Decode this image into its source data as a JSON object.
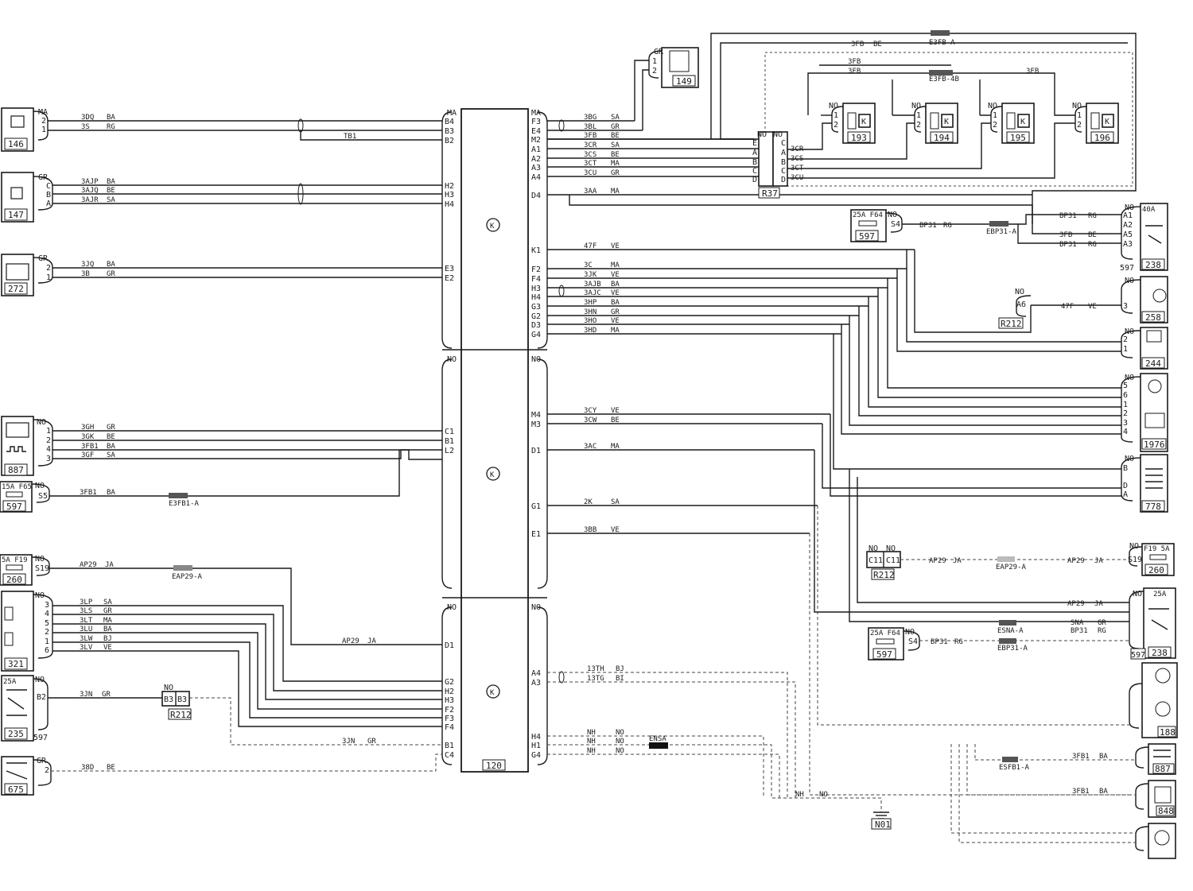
{
  "ecu": {
    "id": "120",
    "sections": [
      {
        "left_color": "MA",
        "right_color": "MA",
        "left_pins": [
          "B4",
          "B3",
          "B2",
          "H2",
          "H3",
          "H4",
          "E3",
          "E2"
        ],
        "right_pins": [
          "F3",
          "E4",
          "M2",
          "A1",
          "A2",
          "A3",
          "A4",
          "D4",
          "K1",
          "F2",
          "F4",
          "H3",
          "H4",
          "G3",
          "G2",
          "D3",
          "G4"
        ]
      },
      {
        "left_color": "NO",
        "right_color": "NO",
        "left_pins": [
          "C1",
          "B1",
          "L2"
        ],
        "right_pins": [
          "M4",
          "M3",
          "D1",
          "G1",
          "E1"
        ]
      },
      {
        "left_color": "NO",
        "right_color": "NO",
        "left_pins": [
          "D1",
          "G2",
          "H2",
          "H3",
          "F2",
          "F3",
          "F4",
          "B1",
          "C4"
        ],
        "right_pins": [
          "A4",
          "A3",
          "H4",
          "H1",
          "G4"
        ]
      }
    ]
  },
  "left_components": [
    {
      "id": "146",
      "connector": "MA",
      "pins": [
        "2",
        "1"
      ],
      "wires": [
        {
          "code": "3DQ",
          "color": "BA"
        },
        {
          "code": "3S",
          "color": "RG"
        }
      ]
    },
    {
      "id": "147",
      "connector": "GR",
      "pins": [
        "C",
        "B",
        "A"
      ],
      "wires": [
        {
          "code": "3AJP",
          "color": "BA"
        },
        {
          "code": "3AJQ",
          "color": "BE"
        },
        {
          "code": "3AJR",
          "color": "SA"
        }
      ]
    },
    {
      "id": "272",
      "connector": "GR",
      "pins": [
        "2",
        "1"
      ],
      "wires": [
        {
          "code": "3JQ",
          "color": "BA"
        },
        {
          "code": "3B",
          "color": "GR"
        }
      ]
    },
    {
      "id": "887",
      "connector": "NO",
      "pins": [
        "1",
        "2",
        "4",
        "3"
      ],
      "wires": [
        {
          "code": "3GH",
          "color": "GR"
        },
        {
          "code": "3GK",
          "color": "BE"
        },
        {
          "code": "3FB1",
          "color": "BA"
        },
        {
          "code": "3GF",
          "color": "SA"
        }
      ]
    },
    {
      "id": "597",
      "fuse": "15A F65",
      "connector": "NO",
      "pin": "S5",
      "wire": {
        "code": "3FB1",
        "color": "BA"
      },
      "splice": "E3FB1-A"
    },
    {
      "id": "260",
      "fuse": "5A F19",
      "connector": "NO",
      "pin": "S19",
      "wire": {
        "code": "AP29",
        "color": "JA"
      },
      "splice": "EAP29-A",
      "ecu_wire": {
        "code": "AP29",
        "color": "JA"
      }
    },
    {
      "id": "321",
      "connector": "NO",
      "pins": [
        "3",
        "4",
        "5",
        "2",
        "1",
        "6"
      ],
      "wires": [
        {
          "code": "3LP",
          "color": "SA"
        },
        {
          "code": "3LS",
          "color": "GR"
        },
        {
          "code": "3LT",
          "color": "MA"
        },
        {
          "code": "3LU",
          "color": "BA"
        },
        {
          "code": "3LW",
          "color": "BJ"
        },
        {
          "code": "3LV",
          "color": "VE"
        }
      ]
    },
    {
      "id": "235",
      "ref": "597",
      "fuse": "25A",
      "connector": "NO",
      "pin": "B2",
      "wire": {
        "code": "3JN",
        "color": "GR"
      },
      "relay": {
        "id": "R212",
        "pins": [
          "B3",
          "B3"
        ],
        "color": "NO"
      },
      "ecu_wire": {
        "code": "3JN",
        "color": "GR"
      }
    },
    {
      "id": "675",
      "connector": "GR",
      "pin": "2",
      "wire": {
        "code": "38D",
        "color": "BE"
      }
    }
  ],
  "harness_splice_left": "TB1",
  "right_wires_section1": [
    {
      "pin": "F3",
      "code": "3BG",
      "color": "SA"
    },
    {
      "pin": "E4",
      "code": "3BL",
      "color": "GR"
    },
    {
      "pin": "M2",
      "code": "3FB",
      "color": "BE"
    },
    {
      "pin": "A1",
      "code": "3CR",
      "color": "SA"
    },
    {
      "pin": "A2",
      "code": "3CS",
      "color": "BE"
    },
    {
      "pin": "A3",
      "code": "3CT",
      "color": "MA"
    },
    {
      "pin": "A4",
      "code": "3CU",
      "color": "GR"
    },
    {
      "pin": "D4",
      "code": "3AA",
      "color": "MA"
    },
    {
      "pin": "K1",
      "code": "47F",
      "color": "VE"
    },
    {
      "pin": "F2",
      "code": "3C",
      "color": "MA"
    },
    {
      "pin": "F4",
      "code": "3JK",
      "color": "VE"
    },
    {
      "pin": "H3",
      "code": "3AJB",
      "color": "BA"
    },
    {
      "pin": "H4",
      "code": "3AJC",
      "color": "VE"
    },
    {
      "pin": "G3",
      "code": "3HP",
      "color": "BA"
    },
    {
      "pin": "G2",
      "code": "3HN",
      "color": "GR"
    },
    {
      "pin": "D3",
      "code": "3HO",
      "color": "VE"
    },
    {
      "pin": "G4",
      "code": "3HD",
      "color": "MA"
    }
  ],
  "right_wires_section2": [
    {
      "pin": "M4",
      "code": "3CY",
      "color": "VE"
    },
    {
      "pin": "M3",
      "code": "3CW",
      "color": "BE"
    },
    {
      "pin": "D1",
      "code": "3AC",
      "color": "MA"
    },
    {
      "pin": "G1",
      "code": "2K",
      "color": "SA"
    },
    {
      "pin": "E1",
      "code": "3BB",
      "color": "VE"
    }
  ],
  "right_wires_section3": [
    {
      "pin": "A4",
      "code": "13TH",
      "color": "BJ"
    },
    {
      "pin": "A3",
      "code": "13TG",
      "color": "BI"
    },
    {
      "pin": "H4",
      "code": "NH",
      "color": "NO"
    },
    {
      "pin": "H1",
      "code": "NH",
      "color": "NO"
    },
    {
      "pin": "G4",
      "code": "NH",
      "color": "NO"
    }
  ],
  "splices": {
    "e3fb_a": "E3FB-A",
    "e3fb_4b": "E3FB-4B",
    "ebp31_a": "EBP31-A",
    "eap29_a": "EAP29-A",
    "esna_a": "ESNA-A",
    "ebp31_a2": "EBP31-A",
    "ensa": "ENSA",
    "esfb1_a": "ESFB1-A"
  },
  "wire_3fb": {
    "code": "3FB",
    "color": "BE"
  },
  "relay_r37": {
    "id": "R37",
    "color": "NO",
    "pins_left": [
      "E",
      "A",
      "B",
      "C",
      "D"
    ],
    "pins_right": [
      "C",
      "A",
      "B",
      "C",
      "D"
    ],
    "wires": [
      "3CR",
      "3CS",
      "3CT",
      "3CU"
    ]
  },
  "injectors": [
    {
      "id": "193",
      "color": "NO",
      "pins": [
        "1",
        "2"
      ]
    },
    {
      "id": "194",
      "color": "NO",
      "pins": [
        "1",
        "2"
      ]
    },
    {
      "id": "195",
      "color": "NO",
      "pins": [
        "1",
        "2"
      ]
    },
    {
      "id": "196",
      "color": "NO",
      "pins": [
        "1",
        "2"
      ]
    }
  ],
  "comp_149": {
    "id": "149",
    "color": "GR",
    "pins": [
      "1",
      "2"
    ]
  },
  "fuse_597_top": {
    "id": "597",
    "fuse": "25A F64",
    "color": "NO",
    "pin": "S4",
    "wire": {
      "code": "BP31",
      "color": "RG"
    }
  },
  "comp_238_top": {
    "id": "238",
    "ref": "597",
    "color": "NO",
    "rating": "40A",
    "pins": [
      "A1",
      "A2",
      "A5",
      "A3"
    ],
    "wires": [
      {
        "code": "BP31",
        "color": "RG"
      },
      {
        "code": "3FB",
        "color": "BE"
      },
      {
        "code": "BP31",
        "color": "RG"
      }
    ]
  },
  "comp_258": {
    "id": "258",
    "color": "NO",
    "pin": "3",
    "wire": {
      "code": "47F",
      "color": "VE"
    },
    "relay": {
      "id": "R212",
      "pin": "A6",
      "color": "NO"
    }
  },
  "comp_244": {
    "id": "244",
    "color": "NO",
    "pins": [
      "2",
      "1"
    ]
  },
  "comp_1976": {
    "id": "1976",
    "color": "NO",
    "pins": [
      "5",
      "6",
      "1",
      "2",
      "3",
      "4"
    ]
  },
  "comp_778": {
    "id": "778",
    "color": "NO",
    "pins": [
      "B",
      "D",
      "A"
    ]
  },
  "comp_260_right": {
    "id": "260",
    "fuse": "F19 5A",
    "color": "NO",
    "pin": "S19",
    "wire": {
      "code": "AP29",
      "color": "JA"
    }
  },
  "relay_r212_right": {
    "id": "R212",
    "pins": [
      "C11",
      "C11"
    ],
    "color": "NO",
    "wire": {
      "code": "AP29",
      "color": "JA"
    }
  },
  "comp_238_bottom": {
    "id": "238",
    "ref": "597",
    "color": "NO",
    "rating": "25A",
    "wires": [
      {
        "code": "AP29",
        "color": "JA"
      },
      {
        "code": "SNA",
        "color": "GR"
      },
      {
        "code": "BP31",
        "color": "RG"
      }
    ]
  },
  "fuse_597_bottom": {
    "id": "597",
    "fuse": "25A F64",
    "color": "NO",
    "pin": "S4",
    "wire": {
      "code": "BP31",
      "color": "RG"
    }
  },
  "comp_188": {
    "id": "188"
  },
  "comp_887_right": {
    "id": "887",
    "wire": {
      "code": "3FB1",
      "color": "BA"
    }
  },
  "comp_bottom_right": {
    "id": "848",
    "wire": {
      "code": "3FB1",
      "color": "BA"
    }
  },
  "ground": {
    "id": "N01",
    "wire": {
      "code": "NH",
      "color": "NO"
    }
  }
}
